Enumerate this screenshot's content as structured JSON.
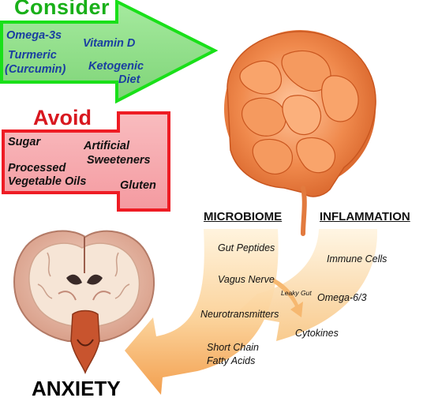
{
  "consider": {
    "title": "Consider",
    "items": [
      "Omega-3s",
      "Turmeric",
      "(Curcumin)",
      "Vitamin D",
      "Ketogenic",
      "Diet"
    ]
  },
  "avoid": {
    "title": "Avoid",
    "items": [
      "Sugar",
      "Artificial",
      "Sweeteners",
      "Processed",
      "Vegetable Oils",
      "Gluten"
    ]
  },
  "microbiome": {
    "heading": "MICROBIOME",
    "items": [
      "Gut Peptides",
      "Vagus Nerve",
      "Neurotransmitters",
      "Short Chain",
      "Fatty Acids"
    ]
  },
  "inflammation": {
    "heading": "INFLAMMATION",
    "items": [
      "Immune Cells",
      "Omega-6/3",
      "Cytokines"
    ]
  },
  "leaky_gut": "Leaky Gut",
  "outcome": "ANXIETY",
  "colors": {
    "consider_fill": "#8ee08a",
    "consider_border": "#19e019",
    "consider_title": "#19b019",
    "avoid_fill": "#f7a9ae",
    "avoid_border": "#ee1c24",
    "avoid_title": "#d8171f",
    "arrow_light": "#fde8c2",
    "arrow_dark": "#f4a04a",
    "gut": "#ef8a4c",
    "item_blue": "#1a3fa0"
  }
}
